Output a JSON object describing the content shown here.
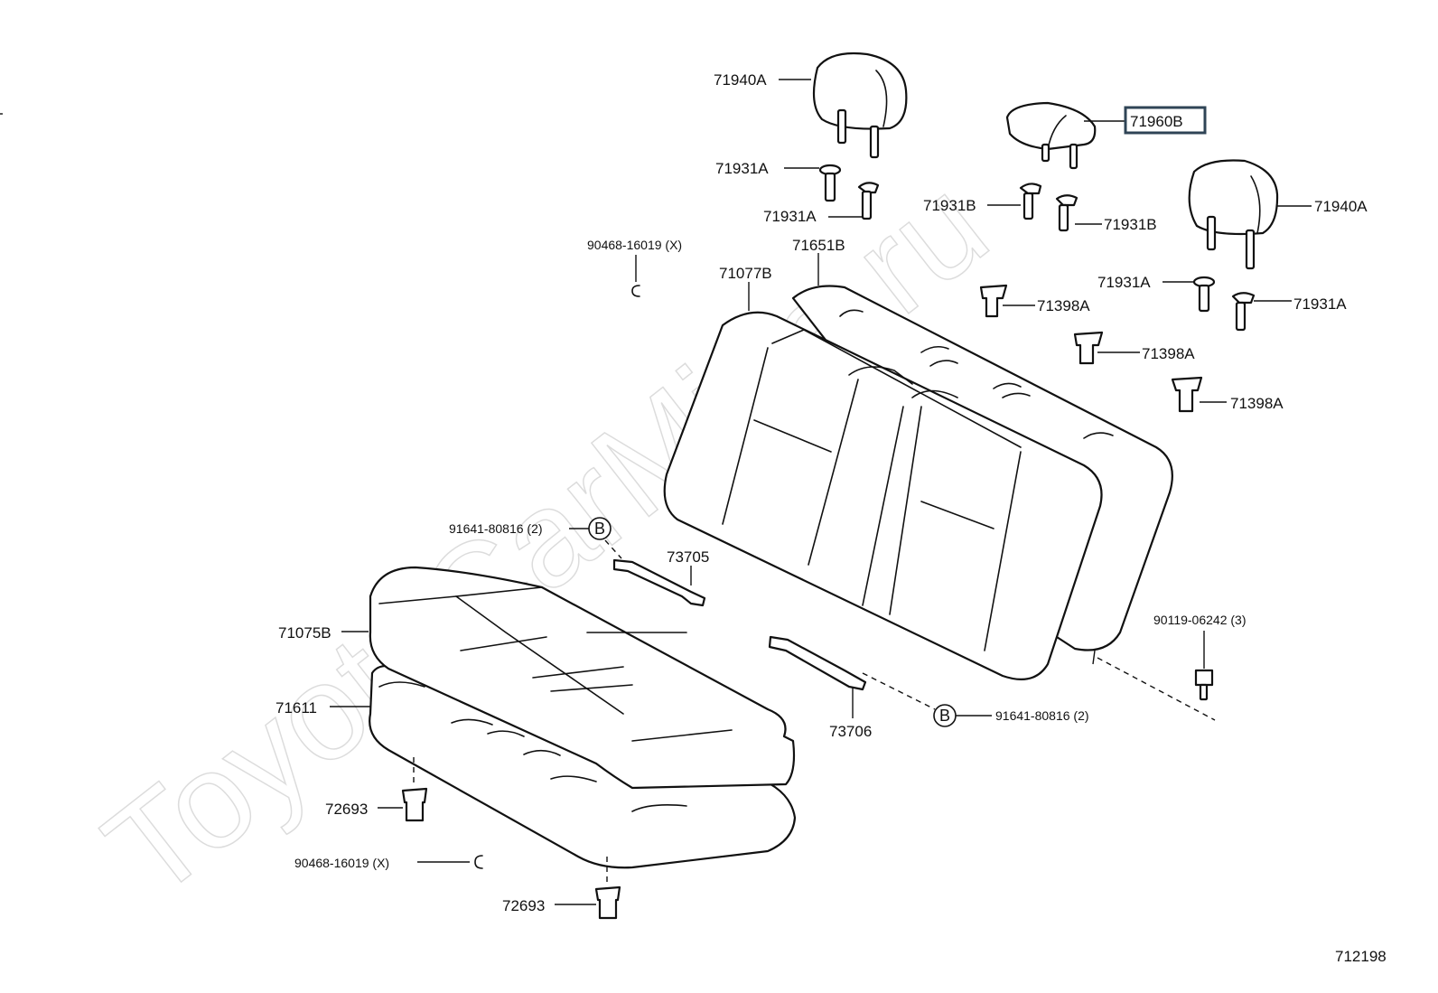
{
  "watermark": "ToyotaCarMine.ru",
  "diagram_id": "712198",
  "labels": {
    "headrest_left": "71940A",
    "headrest_center": "71960B",
    "headrest_right": "71940A",
    "support_a1": "71931A",
    "support_a2": "71931A",
    "support_b1": "71931B",
    "support_b2": "71931B",
    "support_a3": "71931A",
    "support_a4": "71931A",
    "hog_ring_top": "90468-16019 (X)",
    "back_cover": "71077B",
    "back_pad": "71651B",
    "guide_1": "71398A",
    "guide_2": "71398A",
    "guide_3": "71398A",
    "bolt_b_top": "91641-80816 (2)",
    "hook_73705": "73705",
    "cushion_cover": "71075B",
    "cushion_pad": "71611",
    "hook_73706": "73706",
    "bolt_b_bottom": "91641-80816 (2)",
    "bolt_90119": "90119-06242 (3)",
    "clip_1": "72693",
    "hog_ring_bottom": "90468-16019 (X)",
    "clip_2": "72693"
  },
  "callout_letter_top": "B",
  "callout_letter_bottom": "B"
}
